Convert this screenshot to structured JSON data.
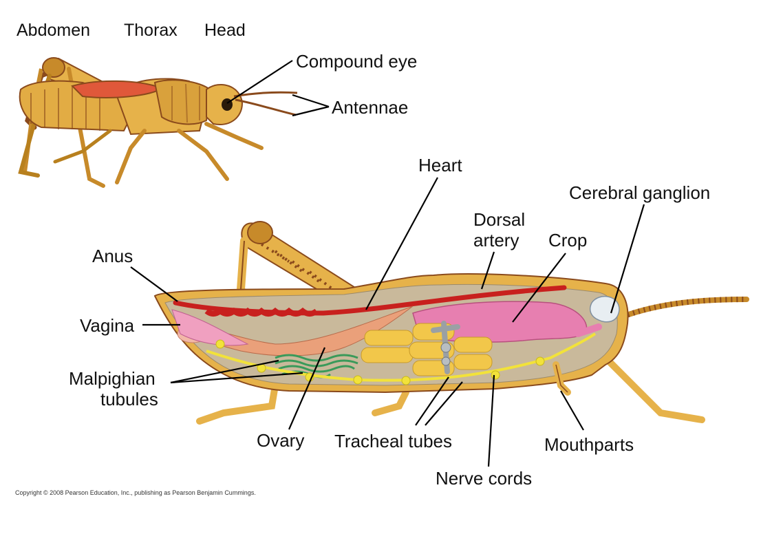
{
  "top_labels": {
    "abdomen": "Abdomen",
    "thorax": "Thorax",
    "head": "Head"
  },
  "labels": {
    "compound_eye": "Compound eye",
    "antennae": "Antennae",
    "heart": "Heart",
    "cerebral_ganglion": "Cerebral ganglion",
    "dorsal_artery_line1": "Dorsal",
    "dorsal_artery_line2": "artery",
    "crop": "Crop",
    "anus": "Anus",
    "vagina": "Vagina",
    "malpighian_line1": "Malpighian",
    "malpighian_line2": "tubules",
    "ovary": "Ovary",
    "tracheal_tubes": "Tracheal tubes",
    "mouthparts": "Mouthparts",
    "nerve_cords": "Nerve cords"
  },
  "copyright": "Copyright © 2008 Pearson Education, Inc., publishing as Pearson Benjamin Cummings.",
  "colors": {
    "body_tan": "#e6b24a",
    "body_dark": "#8a4a1c",
    "wing_red": "#e0583a",
    "heart_red": "#c8201e",
    "crop_pink": "#e77fb0",
    "muscle_salmon": "#eaa07a",
    "ganglion_white": "#e8eef2",
    "nerve_yellow": "#f2e23a",
    "tubule_green": "#3a9a5a",
    "interior_beige": "#c9b99b",
    "trachea_gray": "#9aa0a4"
  }
}
